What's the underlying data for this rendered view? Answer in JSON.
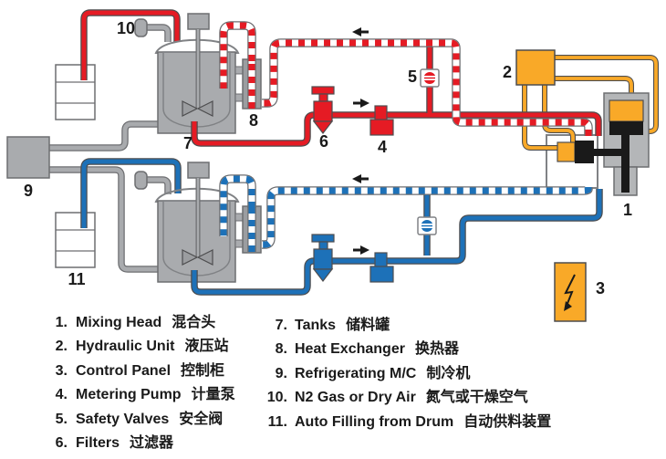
{
  "colors": {
    "red": "#e51b24",
    "blue": "#1d71b8",
    "yellow": "#f9a928",
    "gray-pipe": "#a9abae",
    "gray-dark": "#6d6e71",
    "gray-body": "#b4b6b8",
    "gray-mid": "#9b9da0",
    "outline": "#4d4d4f",
    "border": "#808285",
    "ink": "#1a1a1a",
    "white": "#ffffff"
  },
  "labels": {
    "n1": "1",
    "n2": "2",
    "n3": "3",
    "n4": "4",
    "n5": "5",
    "n6": "6",
    "n7": "7",
    "n8": "8",
    "n9": "9",
    "n10": "10",
    "n11": "11"
  },
  "legend": {
    "items": [
      {
        "num": "1.",
        "en": "Mixing Head",
        "zh": "混合头"
      },
      {
        "num": "2.",
        "en": "Hydraulic Unit",
        "zh": "液压站"
      },
      {
        "num": "3.",
        "en": "Control Panel",
        "zh": "控制柜"
      },
      {
        "num": "4.",
        "en": "Metering Pump",
        "zh": "计量泵"
      },
      {
        "num": "5.",
        "en": "Safety Valves",
        "zh": "安全阀"
      },
      {
        "num": "6.",
        "en": "Filters",
        "zh": "过滤器"
      },
      {
        "num": "7.",
        "en": "Tanks",
        "zh": "储料罐"
      },
      {
        "num": "8.",
        "en": "Heat Exchanger",
        "zh": "换热器"
      },
      {
        "num": "9.",
        "en": "Refrigerating M/C",
        "zh": "制冷机"
      },
      {
        "num": "10.",
        "en": "N2 Gas or Dry Air",
        "zh": "氮气或干燥空气"
      },
      {
        "num": "11.",
        "en": "Auto Filling from Drum",
        "zh": "自动供料装置"
      }
    ]
  }
}
